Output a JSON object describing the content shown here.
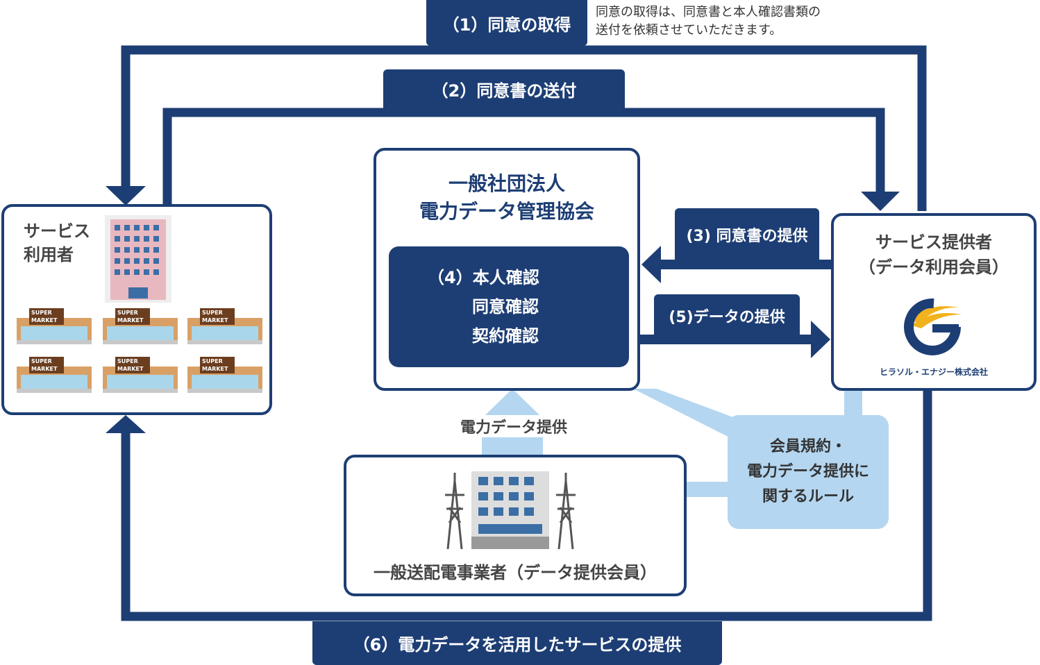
{
  "steps": {
    "s1": "（1）同意の取得",
    "s2": "（2）同意書の送付",
    "s3": "(3) 同意書の提供",
    "s5": "(5)データの提供",
    "s6": "（6）電力データを活用したサービスの提供"
  },
  "note": {
    "line1": "同意の取得は、同意書と本人確認書類の",
    "line2": "送付を依頼させていただきます。"
  },
  "user_box": {
    "line1": "サービス",
    "line2": "利用者",
    "store_sign": [
      "SUPER",
      "MARKET"
    ]
  },
  "association": {
    "line1": "一般社団法人",
    "line2": "電力データ管理協会",
    "checks": {
      "c1": "（4）本人確認",
      "c2": "同意確認",
      "c3": "契約確認"
    }
  },
  "provider": {
    "line1": "サービス提供者",
    "line2": "（データ利用会員）",
    "company": "ヒラソル・エナジー株式会社"
  },
  "utility": {
    "label": "一般送配電事業者（データ提供会員）",
    "supply_label": "電力データ提供"
  },
  "rules": {
    "line1": "会員規約・",
    "line2": "電力データ提供に",
    "line3": "関するルール"
  },
  "colors": {
    "navy": "#1d3e74",
    "light_blue": "#b4d6f0"
  }
}
